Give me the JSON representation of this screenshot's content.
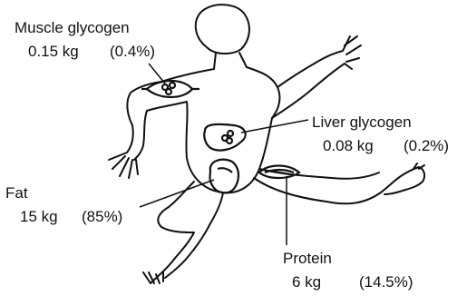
{
  "colors": {
    "ink": "#111111",
    "background": "#ffffff"
  },
  "stores": {
    "muscle_glycogen": {
      "name": "Muscle glycogen",
      "mass": "0.15 kg",
      "percent": "(0.4%)"
    },
    "liver_glycogen": {
      "name": "Liver glycogen",
      "mass": "0.08 kg",
      "percent": "(0.2%)"
    },
    "fat": {
      "name": "Fat",
      "mass": "15 kg",
      "percent": "(85%)"
    },
    "protein": {
      "name": "Protein",
      "mass": "6 kg",
      "percent": "(14.5%)"
    }
  }
}
